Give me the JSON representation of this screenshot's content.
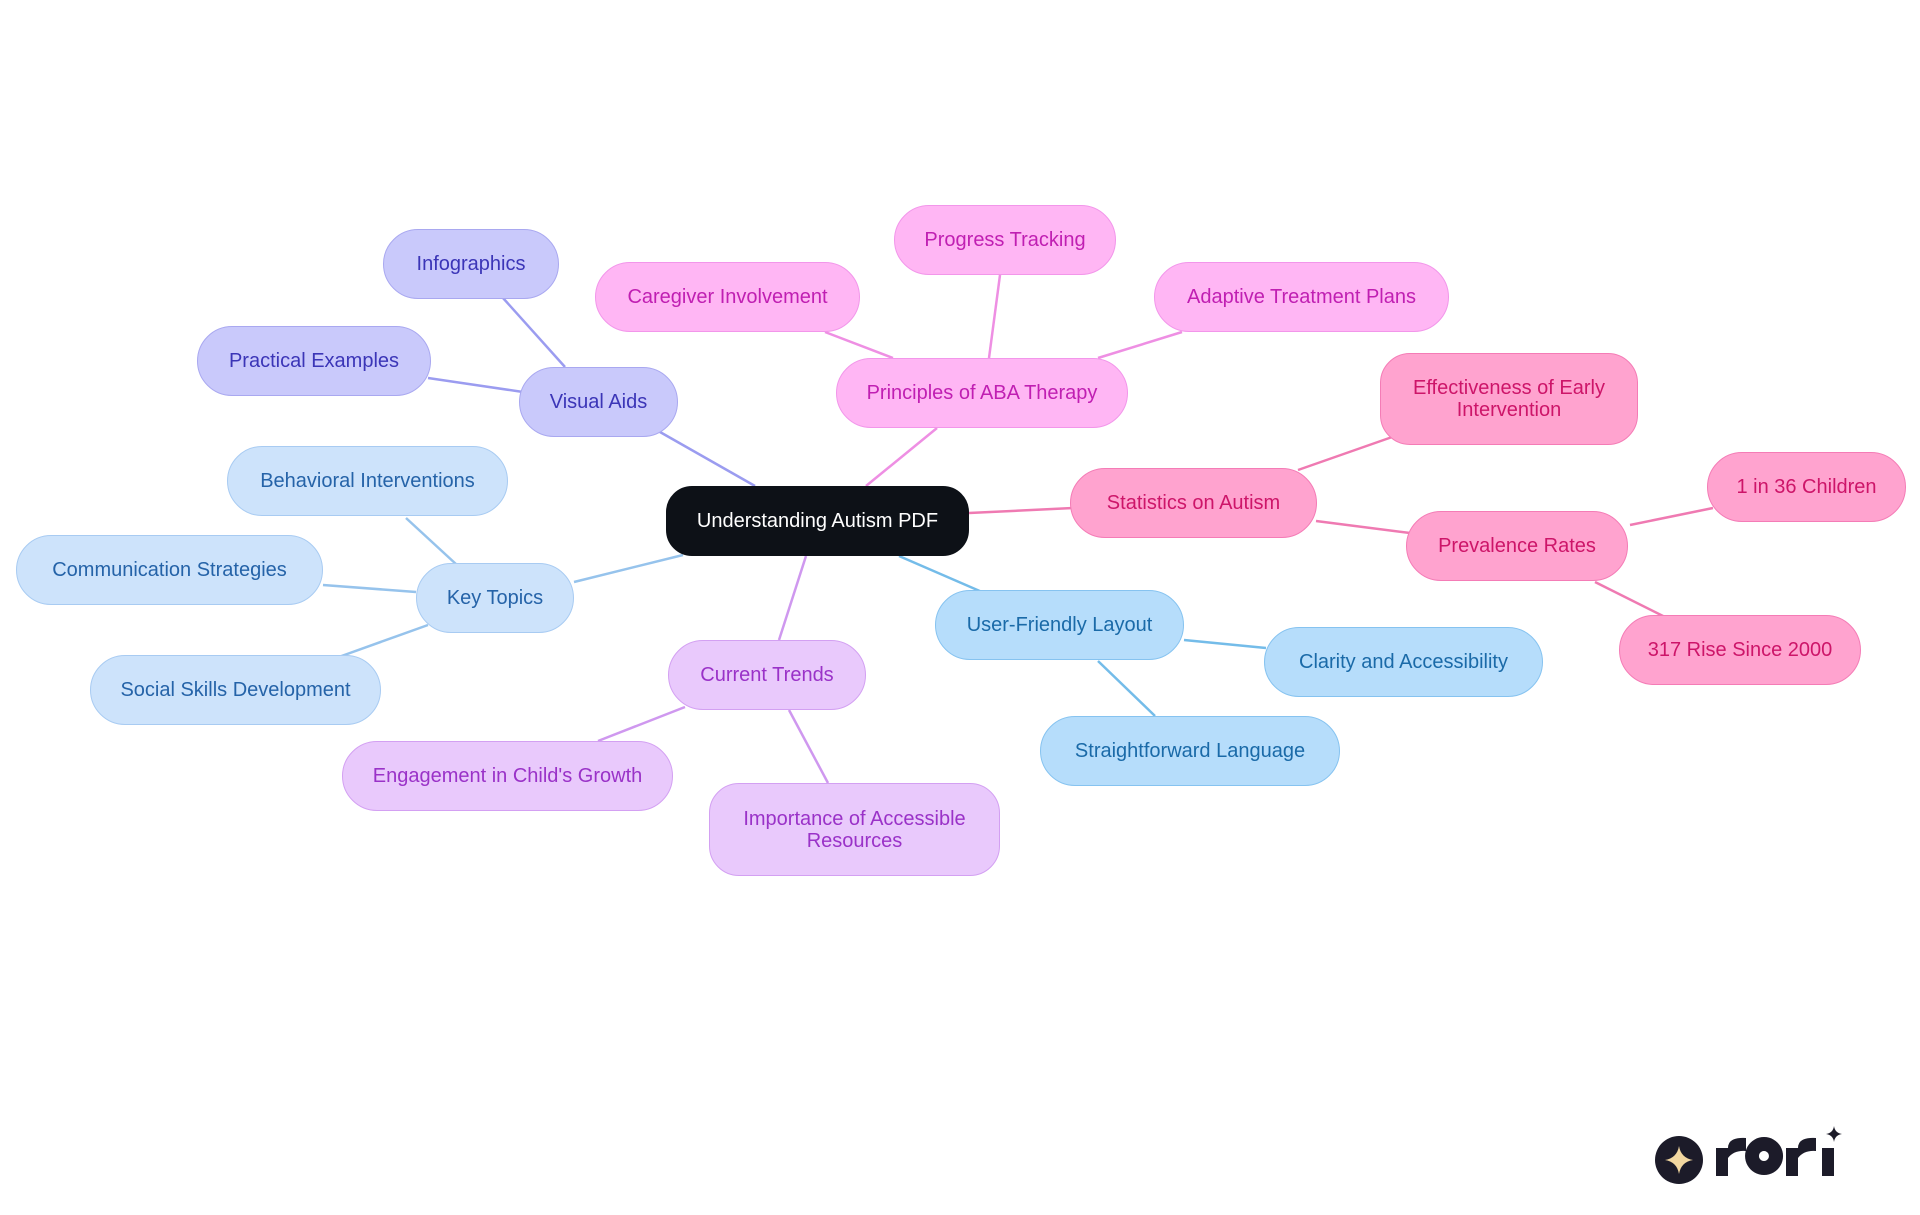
{
  "diagram": {
    "root": {
      "label": "Understanding Autism PDF"
    },
    "branches": {
      "visual_aids": {
        "label": "Visual Aids",
        "children": [
          "Infographics",
          "Practical Examples"
        ]
      },
      "aba": {
        "label": "Principles of ABA Therapy",
        "children": [
          "Caregiver Involvement",
          "Progress Tracking",
          "Adaptive Treatment Plans"
        ]
      },
      "statistics": {
        "label": "Statistics on Autism",
        "children": [
          "Effectiveness of Early Intervention",
          "Prevalence Rates"
        ],
        "grandchildren": [
          "1 in 36 Children",
          "317 Rise Since 2000"
        ]
      },
      "key_topics": {
        "label": "Key Topics",
        "children": [
          "Behavioral Interventions",
          "Communication Strategies",
          "Social Skills Development"
        ]
      },
      "layout": {
        "label": "User-Friendly Layout",
        "children": [
          "Clarity and Accessibility",
          "Straightforward Language"
        ]
      },
      "trends": {
        "label": "Current Trends",
        "children": [
          "Engagement in Child's Growth",
          "Importance of Accessible Resources"
        ]
      }
    },
    "colors": {
      "root": "#0d1117",
      "visual_aids": "#9b9cf0",
      "aba": "#ee8fe3",
      "statistics": "#ef7ab2",
      "key_topics": "#96c3ec",
      "layout": "#74bce9",
      "trends": "#cf98ef"
    }
  },
  "logo": {
    "icon": "sparkle-icon"
  }
}
